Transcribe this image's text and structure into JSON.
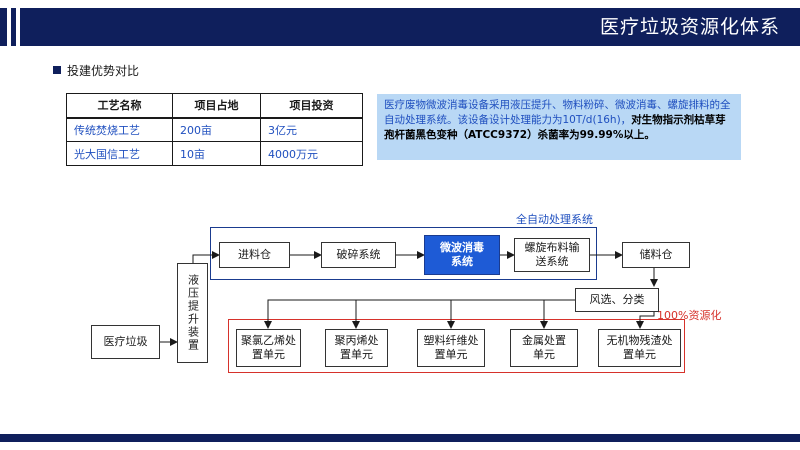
{
  "header": {
    "title": "医疗垃圾资源化体系"
  },
  "section": {
    "title": "投建优势对比"
  },
  "table": {
    "headers": [
      "工艺名称",
      "项目占地",
      "项目投资"
    ],
    "rows": [
      [
        "传统焚烧工艺",
        "200亩",
        "3亿元"
      ],
      [
        "光大国信工艺",
        "10亩",
        "4000万元"
      ]
    ]
  },
  "description": {
    "normal": "医疗废物微波消毒设备采用液压提升、物料粉碎、微波消毒、螺旋排料的全自动处理系统。该设备设计处理能力为10T/d(16h)，",
    "bold": "对生物指示剂枯草芽孢杆菌黑色变种（ATCC9372）杀菌率为99.99%以上。"
  },
  "flow": {
    "auto_label": "全自动处理系统",
    "resource_label": "100%资源化",
    "nodes": {
      "medical_waste": "医疗垃圾",
      "hydraulic": "液压提升装置",
      "feed_bin": "进料仓",
      "crusher": "破碎系统",
      "microwave": "微波消毒系统",
      "spiral": "螺旋布料输送系统",
      "storage": "储料仓",
      "sorting": "风选、分类"
    },
    "units": [
      "聚氯乙烯处置单元",
      "聚丙烯处置单元",
      "塑料纤维处置单元",
      "金属处置单元",
      "无机物残渣处置单元"
    ]
  }
}
